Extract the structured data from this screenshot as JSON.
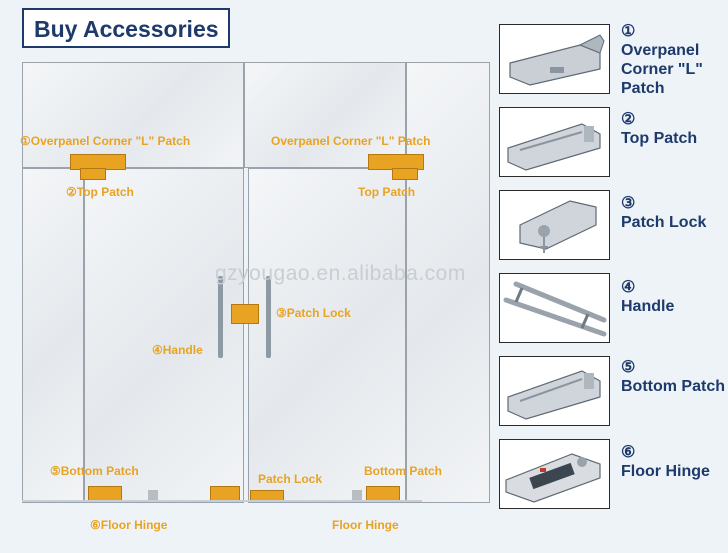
{
  "title": "Buy Accessories",
  "watermark": "gzyougao.en.alibaba.com",
  "diagram_labels": {
    "overpanel_left": "①Overpanel Corner \"L\" Patch",
    "overpanel_right": "Overpanel Corner \"L\" Patch",
    "top_patch_left": "②Top Patch",
    "top_patch_right": "Top Patch",
    "patch_lock_center": "③Patch Lock",
    "handle": "④Handle",
    "bottom_patch_left": "⑤Bottom Patch",
    "bottom_patch_right": "Bottom Patch",
    "patch_lock_bottom": "Patch Lock",
    "floor_hinge_left": "⑥Floor Hinge",
    "floor_hinge_right": "Floor Hinge"
  },
  "accessories": [
    {
      "num": "①",
      "name": "Overpanel Corner \"L\" Patch",
      "icon": "overpanel-corner-patch-icon"
    },
    {
      "num": "②",
      "name": "Top Patch",
      "icon": "top-patch-icon"
    },
    {
      "num": "③",
      "name": "Patch Lock",
      "icon": "patch-lock-icon"
    },
    {
      "num": "④",
      "name": "Handle",
      "icon": "handle-icon"
    },
    {
      "num": "⑤",
      "name": "Bottom Patch",
      "icon": "bottom-patch-icon"
    },
    {
      "num": "⑥",
      "name": "Floor Hinge",
      "icon": "floor-hinge-icon"
    }
  ],
  "colors": {
    "accent": "#e8a323",
    "title": "#1d3a6b"
  }
}
